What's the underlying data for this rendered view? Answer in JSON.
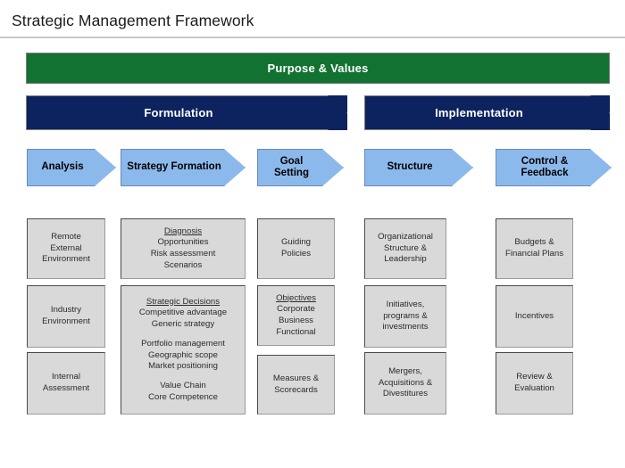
{
  "title": "Strategic Management Framework",
  "colors": {
    "purpose_green": "#127232",
    "phase_navy": "#0d2360",
    "step_blue": "#8cb9ec",
    "box_gray": "#d9d9d9"
  },
  "purpose": {
    "label": "Purpose & Values"
  },
  "phases": [
    {
      "id": "formulation",
      "label": "Formulation"
    },
    {
      "id": "implementation",
      "label": "Implementation"
    }
  ],
  "steps": [
    {
      "id": "analysis",
      "label": "Analysis"
    },
    {
      "id": "strategy-formation",
      "label": "Strategy Formation"
    },
    {
      "id": "goal-setting",
      "label": "Goal\nSetting"
    },
    {
      "id": "structure",
      "label": "Structure"
    },
    {
      "id": "control-feedback",
      "label": "Control &\nFeedback"
    }
  ],
  "columns": [
    {
      "id": "analysis",
      "boxes": [
        {
          "id": "remote-external-environment",
          "text": "Remote\nExternal\nEnvironment"
        },
        {
          "id": "industry-environment",
          "text": "Industry\nEnvironment"
        },
        {
          "id": "internal-assessment",
          "text": "Internal\nAssessment"
        }
      ]
    },
    {
      "id": "strategy-formation",
      "boxes": [
        {
          "id": "diagnosis",
          "heading": "Diagnosis",
          "text": "Opportunities\nRisk assessment\nScenarios"
        },
        {
          "id": "strategic-decisions",
          "heading": "Strategic Decisions",
          "group1": "Competitive advantage\nGeneric strategy",
          "group2": "Portfolio management\nGeographic scope\nMarket positioning",
          "group3": "Value Chain\nCore Competence"
        }
      ]
    },
    {
      "id": "goal-setting",
      "boxes": [
        {
          "id": "guiding-policies",
          "text": "Guiding\nPolicies"
        },
        {
          "id": "objectives",
          "heading": "Objectives",
          "text": "Corporate\nBusiness\nFunctional"
        },
        {
          "id": "measures-scorecards",
          "text": "Measures &\nScorecards"
        }
      ]
    },
    {
      "id": "structure",
      "boxes": [
        {
          "id": "organizational-structure-leadership",
          "text": "Organizational\nStructure &\nLeadership"
        },
        {
          "id": "initiatives-programs-investments",
          "text": "Initiatives,\nprograms &\ninvestments"
        },
        {
          "id": "mergers-acquisitions-divestitures",
          "text": "Mergers,\nAcquisitions &\nDivestitures"
        }
      ]
    },
    {
      "id": "control-feedback",
      "boxes": [
        {
          "id": "budgets-financial-plans",
          "text": "Budgets &\nFinancial Plans"
        },
        {
          "id": "incentives",
          "text": "Incentives"
        },
        {
          "id": "review-evaluation",
          "text": "Review &\nEvaluation"
        }
      ]
    }
  ]
}
